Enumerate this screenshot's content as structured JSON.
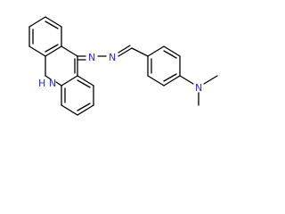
{
  "molecule": {
    "atoms": {
      "n_hydrazone_1": "N",
      "n_hydrazone_2": "N",
      "nh_ring": "N",
      "nh_ring_h": "H",
      "n_dimethylamino": "N"
    },
    "colors": {
      "nitrogen": "#2b2bd6",
      "bond": "#000000",
      "background": "#ffffff"
    }
  }
}
